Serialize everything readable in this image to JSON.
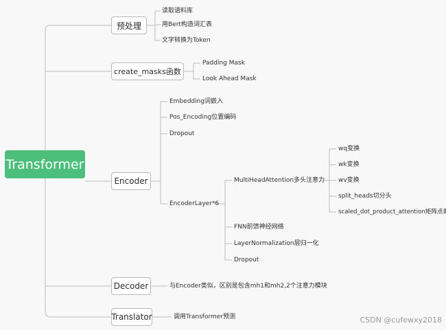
{
  "root": "Transformer",
  "branches": {
    "preprocess": {
      "title": "预处理",
      "items": [
        "读取语料库",
        "用Bert构造词汇表",
        "文字转换为Token"
      ]
    },
    "masks": {
      "title": "create_masks函数",
      "items": [
        "Padding Mask",
        "Look Ahead Mask"
      ]
    },
    "encoder": {
      "title": "Encoder",
      "items": [
        "Embedding词嵌入",
        "Pos_Encoding位置编码",
        "Dropout"
      ],
      "layer": {
        "title": "EncoderLayer*6",
        "items": [
          "FNN前馈神经网络",
          "LayerNormalization层归一化",
          "Dropout"
        ],
        "mha": {
          "title": "MultiHeadAttention多头注意力",
          "items": [
            "wq变换",
            "wk变换",
            "wv变换",
            "split_heads切分头",
            "scaled_dot_product_attention矩阵点乘"
          ]
        }
      }
    },
    "decoder": {
      "title": "Decoder",
      "note": "与Encoder类似，区别是包含mh1和mh2,2个注意力模块"
    },
    "translator": {
      "title": "Translator",
      "note": "调用Transformer预测"
    }
  },
  "watermark": "CSDN @cufewxy2018",
  "colors": {
    "root_fill": "#4cbf7c",
    "line": "#bdbdbd",
    "box_border": "#b9b9b9"
  }
}
